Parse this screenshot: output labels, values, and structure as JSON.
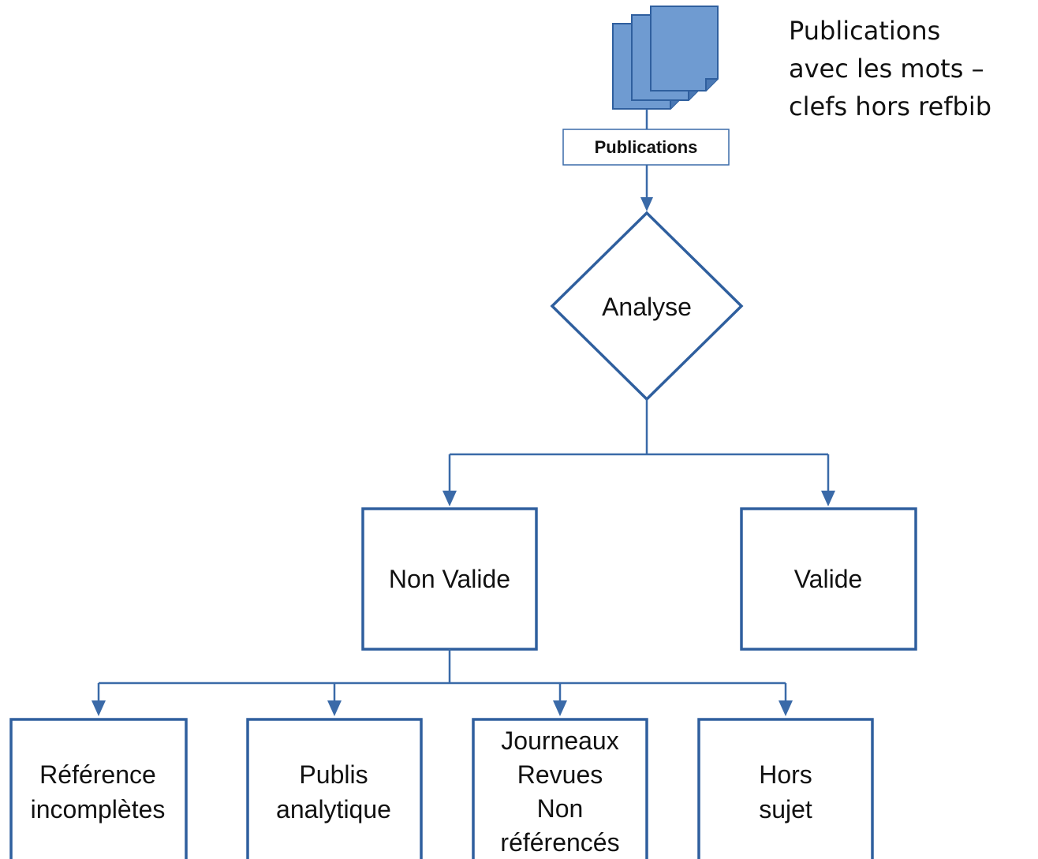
{
  "colors": {
    "stroke": "#2f5f9e",
    "document_fill": "#6f9bd1",
    "document_shadow": "#4a78b4"
  },
  "note": {
    "line1": "Publications",
    "line2": "avec les mots –",
    "line3": "clefs hors refbib"
  },
  "source": {
    "icon": "document-stack-icon",
    "label": "Publications"
  },
  "decision": {
    "label": "Analyse"
  },
  "outcomes": {
    "non_valide": "Non Valide",
    "valide": "Valide"
  },
  "categories": [
    {
      "lines": [
        "Référence",
        "incomplètes"
      ]
    },
    {
      "lines": [
        "Publis",
        "analytique"
      ]
    },
    {
      "lines": [
        "Journeaux",
        "Revues",
        "Non",
        "référencés"
      ]
    },
    {
      "lines": [
        "Hors",
        "sujet"
      ]
    }
  ]
}
